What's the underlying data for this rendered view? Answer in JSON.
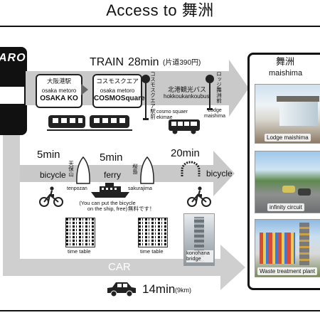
{
  "header": {
    "title": "Access to 舞洲"
  },
  "origin": {
    "label": "ARO"
  },
  "train": {
    "label": "TRAIN",
    "time": "28min",
    "fare": "(片道390円)",
    "stations": [
      {
        "jp": "大阪港駅",
        "line": "osaka metoro",
        "name": "OSAKA KO"
      },
      {
        "jp": "コスモスクエア",
        "line": "osaka metoro",
        "name": "COSMOSquare"
      }
    ],
    "stop_cosmo_jp": "コスモスクエア駅前",
    "stop_cosmo_en": "cosmo squaer ekimae",
    "bus_jp": "北港観光バス",
    "bus_en": "hokkoukankoubus",
    "stop_lodge_jp": "ロッジ舞洲前",
    "stop_lodge_en": "Lodge maishima"
  },
  "bicycle_route": {
    "time1": "5min",
    "time2": "5min",
    "time3": "20min",
    "bicycle_left": "bicycle",
    "bicycle_right": "bicycle",
    "ferry": "ferry",
    "tenpozan_jp": "天保山",
    "tenpozan_en": "tenpozan",
    "sakurajima_jp": "桜島",
    "sakurajima_en": "sakurajima",
    "note": "(You can put the bicycle on the ship, free)",
    "note_jp": "無料です！",
    "timetable1": "time table",
    "timetable2": "time table",
    "bridge": "konohana bridge"
  },
  "car": {
    "label": "CAR",
    "time": "14min",
    "dist": "(9km)"
  },
  "destination": {
    "jp": "舞洲",
    "en": "maishima",
    "photos": [
      "Lodge maishima",
      "infinity circuit",
      "Waste treatment plant"
    ]
  },
  "colors": {
    "arrow": "#c9c9c9",
    "arrow_dark": "#a9a9a9",
    "black": "#111111"
  }
}
